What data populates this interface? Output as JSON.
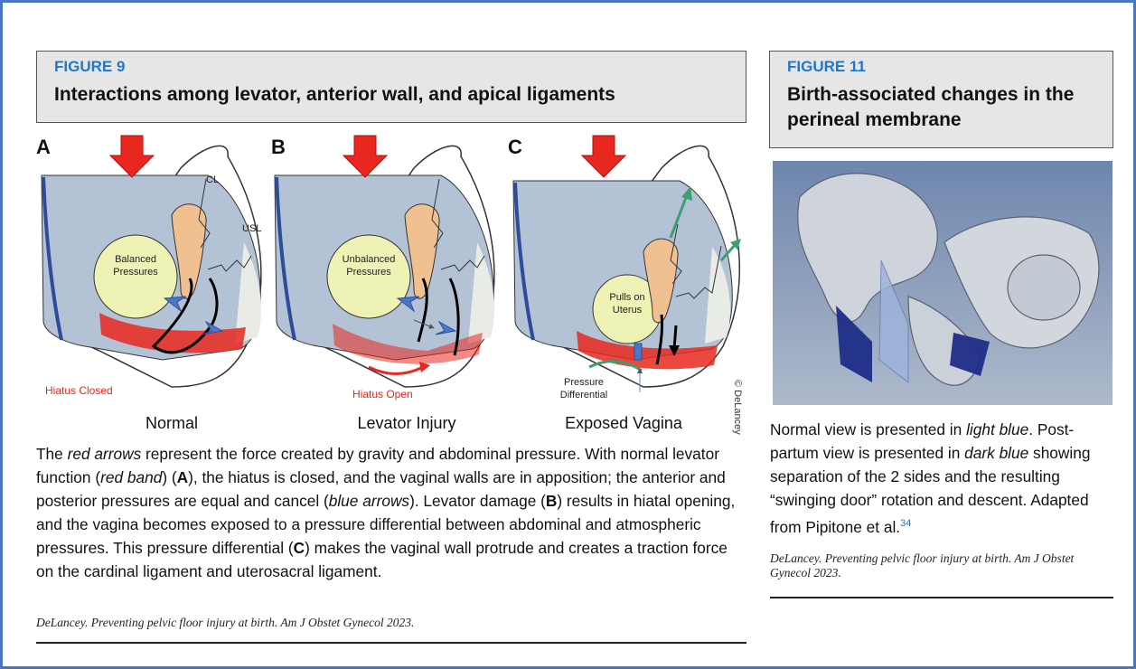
{
  "figure9": {
    "label": "FIGURE 9",
    "title": "Interactions among levator, anterior wall, and apical ligaments",
    "panels": [
      {
        "letter": "A",
        "caption": "Normal",
        "label_pressure_1": "Balanced",
        "label_pressure_2": "Pressures",
        "label_hiatus": "Hiatus Closed",
        "label_cl": "CL",
        "label_usl": "USL"
      },
      {
        "letter": "B",
        "caption": "Levator Injury",
        "label_pressure_1": "Unbalanced",
        "label_pressure_2": "Pressures",
        "label_hiatus": "Hiatus Open"
      },
      {
        "letter": "C",
        "caption": "Exposed Vagina",
        "label_pressure_1": "Pulls on",
        "label_pressure_2": "Uterus",
        "label_diff_1": "Pressure",
        "label_diff_2": "Differential"
      }
    ],
    "credit": "© DeLancey",
    "caption_parts": {
      "p1": "The ",
      "p2": "red arrows",
      "p3": " represent the force created by gravity and abdominal pressure. With normal levator function (",
      "p4": "red band",
      "p5": ") (",
      "p6": "A",
      "p7": "), the hiatus is closed, and the vaginal walls are in apposition; the anterior and posterior pressures are equal and cancel (",
      "p8": "blue arrows",
      "p9": "). Levator damage (",
      "p10": "B",
      "p11": ") results in hiatal opening, and the vagina becomes exposed to a pressure differential between abdominal and atmospheric pressures. This pressure differential (",
      "p12": "C",
      "p13": ") makes the vaginal wall protrude and creates a traction force on the cardinal ligament and uterosacral ligament."
    },
    "citation": "DeLancey. Preventing pelvic floor injury at birth. Am J Obstet Gynecol 2023."
  },
  "figure11": {
    "label": "FIGURE 11",
    "title_line1": "Birth-associated changes in the",
    "title_line2": "perineal membrane",
    "caption_parts": {
      "p1": "Normal view is presented in ",
      "p2": "light blue",
      "p3": ". Post-partum view is presented in ",
      "p4": "dark blue",
      "p5": " showing separation of the 2 sides and the resulting “swinging door” rotation and descent. Adapted from Pipitone et al.",
      "ref": "34"
    },
    "citation": "DeLancey. Preventing pelvic floor injury at birth. Am J Obstet Gynecol 2023."
  },
  "colors": {
    "frame": "#4a74c4",
    "accent": "#1f78c8",
    "red_arrow": "#e8281e",
    "blue_arrow": "#4a78c8",
    "tissue_blue": "#b4c2d6",
    "pressure_yellow": "#eef2b4",
    "uterus_tan": "#f0c090"
  }
}
